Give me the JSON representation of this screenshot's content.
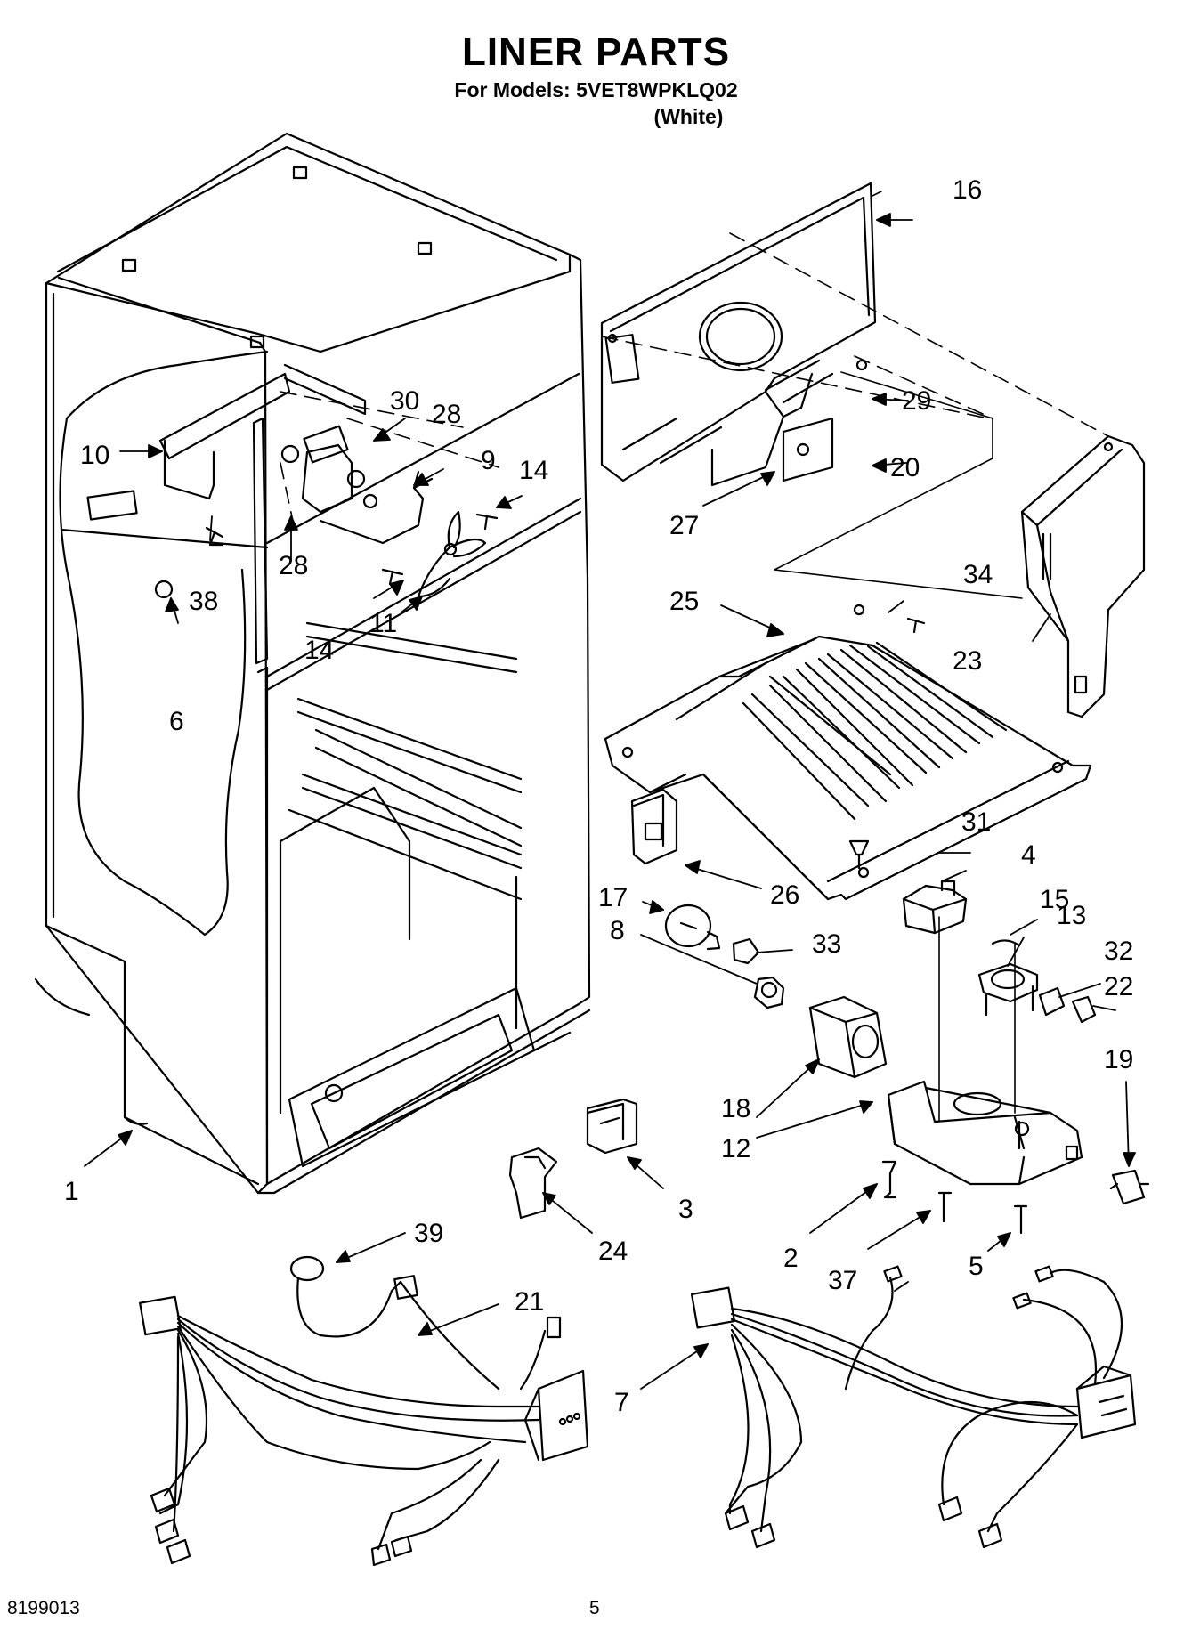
{
  "header": {
    "title": "LINER PARTS",
    "subtitle": "For Models: 5VET8WPKLQ02",
    "variant": "(White)"
  },
  "footer": {
    "doc_number": "8199013",
    "page_number": "5"
  },
  "callouts": [
    {
      "id": "c1",
      "text": "1"
    },
    {
      "id": "c2",
      "text": "2"
    },
    {
      "id": "c3",
      "text": "3"
    },
    {
      "id": "c4",
      "text": "4"
    },
    {
      "id": "c5",
      "text": "5"
    },
    {
      "id": "c6",
      "text": "6"
    },
    {
      "id": "c7",
      "text": "7"
    },
    {
      "id": "c8",
      "text": "8"
    },
    {
      "id": "c9",
      "text": "9"
    },
    {
      "id": "c10",
      "text": "10"
    },
    {
      "id": "c11",
      "text": "11"
    },
    {
      "id": "c12",
      "text": "12"
    },
    {
      "id": "c13",
      "text": "13"
    },
    {
      "id": "c14a",
      "text": "14"
    },
    {
      "id": "c14b",
      "text": "14"
    },
    {
      "id": "c15",
      "text": "15"
    },
    {
      "id": "c16",
      "text": "16"
    },
    {
      "id": "c17",
      "text": "17"
    },
    {
      "id": "c18",
      "text": "18"
    },
    {
      "id": "c19",
      "text": "19"
    },
    {
      "id": "c20",
      "text": "20"
    },
    {
      "id": "c21",
      "text": "21"
    },
    {
      "id": "c22",
      "text": "22"
    },
    {
      "id": "c23",
      "text": "23"
    },
    {
      "id": "c24",
      "text": "24"
    },
    {
      "id": "c25",
      "text": "25"
    },
    {
      "id": "c26",
      "text": "26"
    },
    {
      "id": "c27",
      "text": "27"
    },
    {
      "id": "c28a",
      "text": "28"
    },
    {
      "id": "c28b",
      "text": "28"
    },
    {
      "id": "c29",
      "text": "29"
    },
    {
      "id": "c30",
      "text": "30"
    },
    {
      "id": "c31",
      "text": "31"
    },
    {
      "id": "c32",
      "text": "32"
    },
    {
      "id": "c33",
      "text": "33"
    },
    {
      "id": "c34",
      "text": "34"
    },
    {
      "id": "c37",
      "text": "37"
    },
    {
      "id": "c38",
      "text": "38"
    },
    {
      "id": "c39",
      "text": "39"
    }
  ]
}
